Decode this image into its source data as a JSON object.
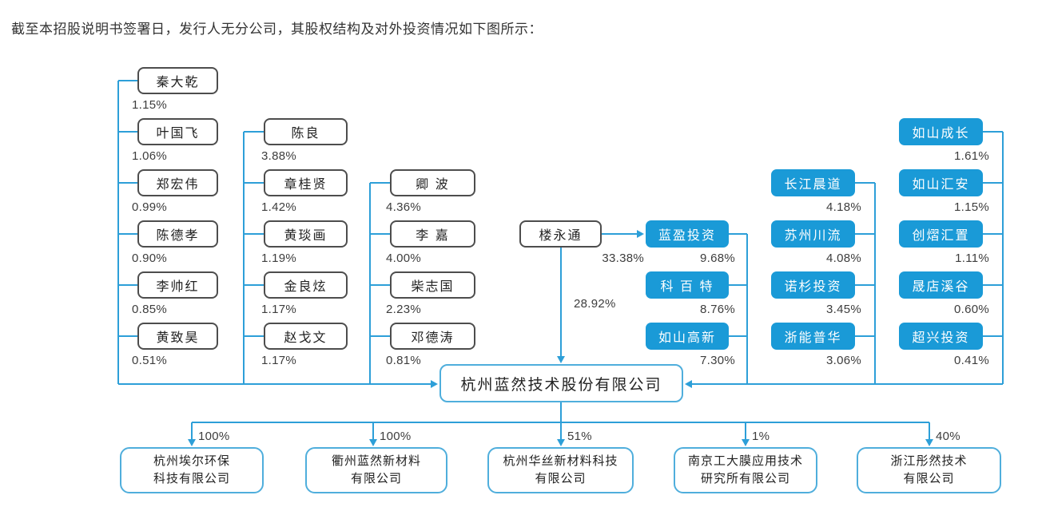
{
  "header": "截至本招股说明书签署日，发行人无分公司，其股权结构及对外投资情况如下图所示：",
  "company": "杭州蓝然技术股份有限公司",
  "col1": [
    {
      "name": "秦大乾",
      "pct": "1.15%"
    },
    {
      "name": "叶国飞",
      "pct": "1.06%"
    },
    {
      "name": "郑宏伟",
      "pct": "0.99%"
    },
    {
      "name": "陈德孝",
      "pct": "0.90%"
    },
    {
      "name": "李帅红",
      "pct": "0.85%"
    },
    {
      "name": "黄致昊",
      "pct": "0.51%"
    }
  ],
  "col2": [
    {
      "name": "陈良",
      "pct": "3.88%"
    },
    {
      "name": "章桂贤",
      "pct": "1.42%"
    },
    {
      "name": "黄琰画",
      "pct": "1.19%"
    },
    {
      "name": "金良炫",
      "pct": "1.17%"
    },
    {
      "name": "赵戈文",
      "pct": "1.17%"
    }
  ],
  "col3": [
    {
      "name": "卿 波",
      "pct": "4.36%"
    },
    {
      "name": "李 嘉",
      "pct": "4.00%"
    },
    {
      "name": "柴志国",
      "pct": "2.23%"
    },
    {
      "name": "邓德涛",
      "pct": "0.81%"
    }
  ],
  "controller": {
    "name": "楼永通",
    "pct_direct": "28.92%",
    "pct_to_lanying": "33.38%"
  },
  "blue_mid": [
    {
      "name": "蓝盈投资",
      "pct": "9.68%"
    },
    {
      "name": "科 百 特",
      "pct": "8.76%"
    },
    {
      "name": "如山高新",
      "pct": "7.30%"
    }
  ],
  "col4": [
    {
      "name": "长江晨道",
      "pct": "4.18%"
    },
    {
      "name": "苏州川流",
      "pct": "4.08%"
    },
    {
      "name": "诺杉投资",
      "pct": "3.45%"
    },
    {
      "name": "浙能普华",
      "pct": "3.06%"
    }
  ],
  "col5": [
    {
      "name": "如山成长",
      "pct": "1.61%"
    },
    {
      "name": "如山汇安",
      "pct": "1.15%"
    },
    {
      "name": "创熠汇置",
      "pct": "1.11%"
    },
    {
      "name": "晟店溪谷",
      "pct": "0.60%"
    },
    {
      "name": "超兴投资",
      "pct": "0.41%"
    }
  ],
  "subsidiaries": [
    {
      "name": "杭州埃尔环保\n科技有限公司",
      "pct": "100%"
    },
    {
      "name": "衢州蓝然新材料\n有限公司",
      "pct": "100%"
    },
    {
      "name": "杭州华丝新材料科技\n有限公司",
      "pct": "51%"
    },
    {
      "name": "南京工大膜应用技术\n研究所有限公司",
      "pct": "1%"
    },
    {
      "name": "浙江彤然技术\n有限公司",
      "pct": "40%"
    }
  ],
  "colors": {
    "node_blue": "#1a9ad7",
    "line_blue": "#2d9fd8",
    "outline_blue": "#4faedc",
    "border_gray": "#4d4d4d"
  }
}
